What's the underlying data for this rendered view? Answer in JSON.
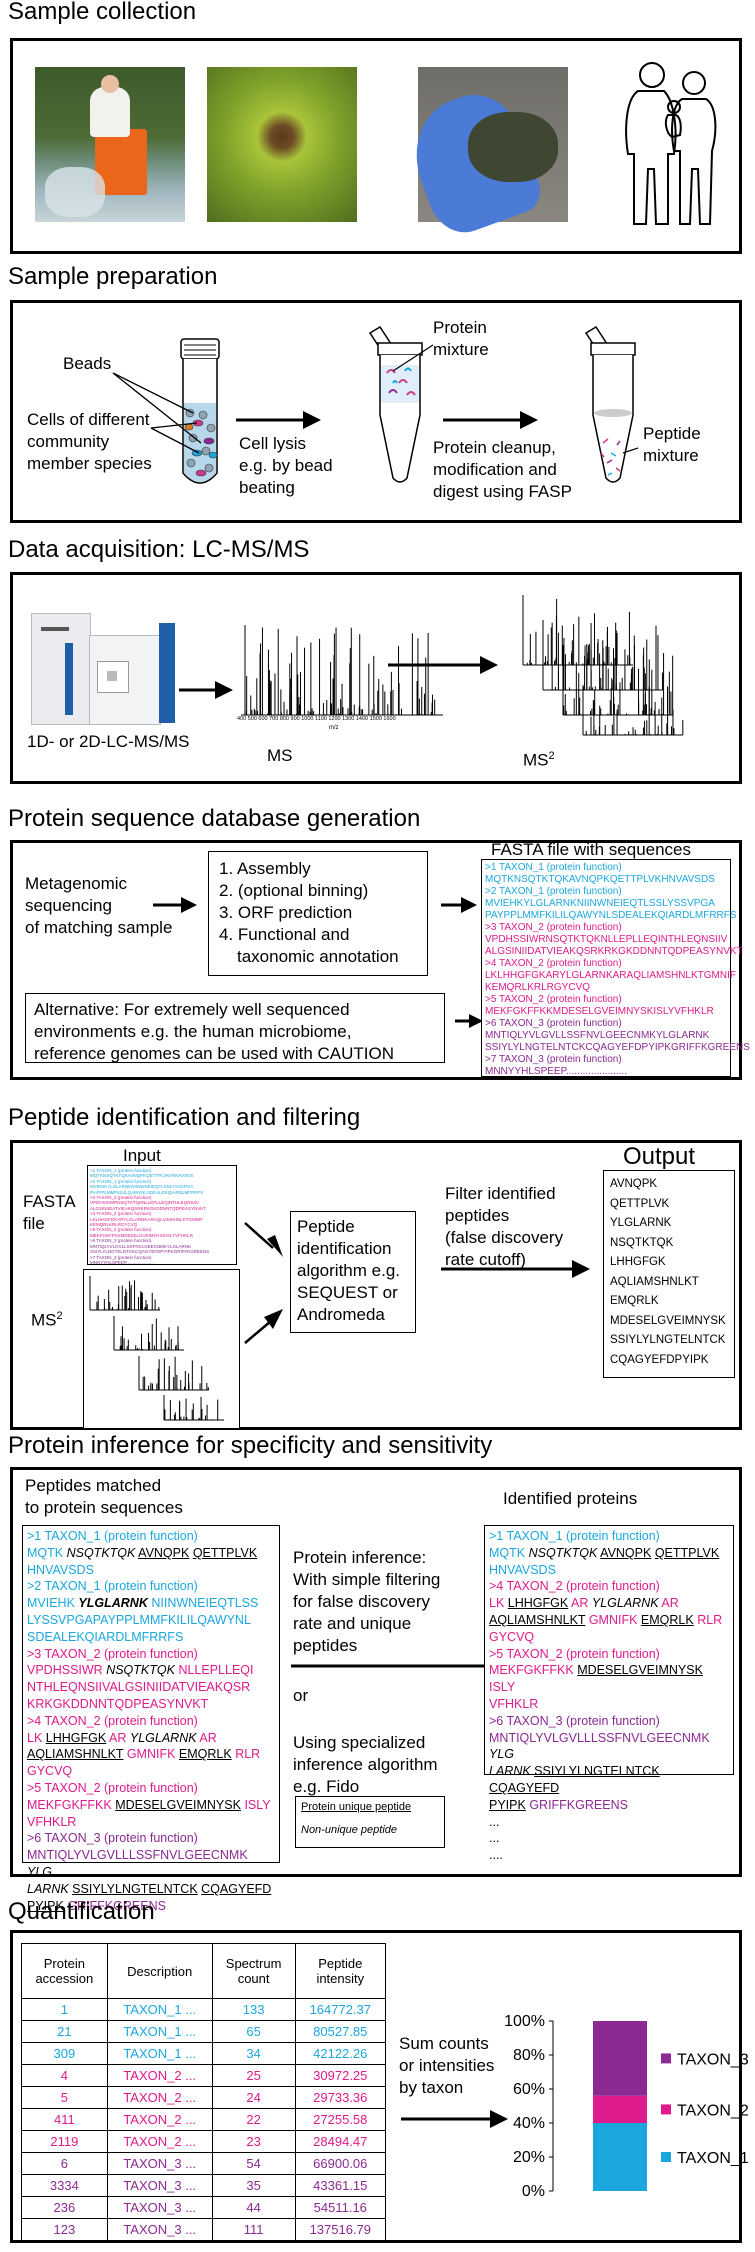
{
  "colors": {
    "taxon1": "#1ba7de",
    "taxon2": "#de1a8c",
    "taxon3": "#8b2a92"
  },
  "sections": {
    "s1": "Sample collection",
    "s2": "Sample preparation",
    "s3": "Data acquisition: LC-MS/MS",
    "s4": "Protein sequence database generation",
    "s5": "Peptide identification and filtering",
    "s6": "Protein inference for specificity and sensitivity",
    "s7": "Quantification"
  },
  "prep": {
    "beads": "Beads",
    "cells": [
      "Cells of different",
      "community",
      "member species"
    ],
    "lysis": [
      "Cell lysis",
      "e.g. by bead",
      "beating"
    ],
    "protein_mixture": [
      "Protein",
      "mixture"
    ],
    "cleanup": [
      "Protein cleanup,",
      "modification and",
      "digest using FASP"
    ],
    "peptide_mixture": [
      "Peptide",
      "mixture"
    ]
  },
  "acq": {
    "instrument": "1D- or 2D-LC-MS/MS",
    "ms": "MS",
    "ms2": "MS",
    "ms2_sup": "2",
    "axis_ticks": "400 500 600 700 800 900 1000 1100 1200 1300 1400 1500 1600",
    "axis_unit": "m/z"
  },
  "db": {
    "metagenomic": [
      "Metagenomic",
      "sequencing",
      "of matching sample"
    ],
    "steps": [
      "1. Assembly",
      "2. (optional binning)",
      "3. ORF prediction",
      "4. Functional and",
      "taxonomic annotation"
    ],
    "alternative": [
      "Alternative: For extremely well sequenced",
      "environments e.g. the human microbiome,",
      "reference genomes can be used with CAUTION"
    ],
    "fasta_title": "FASTA file with sequences",
    "fasta_lines": [
      {
        "c": "cy",
        "t": ">1 TAXON_1 (protein function)"
      },
      {
        "c": "cy",
        "t": "MQTKNSQTKTQKAVNQPKQETTPLVKHNVAVSDS"
      },
      {
        "c": "cy",
        "t": ">2 TAXON_1 (protein function)"
      },
      {
        "c": "cy",
        "t": "MVIEHKYLGLARNKNIINWNEIEQTLSSLYSSVPGA"
      },
      {
        "c": "cy",
        "t": "PAYPPLMMFKILILQAWYNLSDEALEKQIARDLMFRRFS"
      },
      {
        "c": "mg",
        "t": ">3 TAXON_2 (protein function)"
      },
      {
        "c": "mg",
        "t": "VPDHSSIWRNSQTKTQKNLLEPLLEQINTHLEQNSIIV"
      },
      {
        "c": "mg",
        "t": "ALGSINIIDATVIEAKQSRKRKGKDDNNTQDPEASYNVKT"
      },
      {
        "c": "mg",
        "t": ">4 TAXON_2 (protein function)"
      },
      {
        "c": "mg",
        "t": "LKLHHGFGKARYLGLARNKARAQLIAMSHNLKTGMNIF"
      },
      {
        "c": "mg",
        "t": "KEMQRLKRLRGYCVQ"
      },
      {
        "c": "mg",
        "t": ">5 TAXON_2 (protein function)"
      },
      {
        "c": "mg",
        "t": "MEKFGKFFKKMDESELGVEIMNYSKISLYVFHKLR"
      },
      {
        "c": "pu",
        "t": ">6 TAXON_3 (protein function)"
      },
      {
        "c": "pu",
        "t": "MNTIQLYVLGVLLSSFNVLGEECNMKYLGLARNK"
      },
      {
        "c": "pu",
        "t": "SSIYLYLNGTELNTCKCQAGYEFDPYIPKGRIFFKGREENS"
      },
      {
        "c": "pu",
        "t": ">7 TAXON_3 (protein function)"
      },
      {
        "c": "pu",
        "t": "MNNYYHLSPEEP......................"
      }
    ]
  },
  "pid": {
    "input": "Input",
    "output": "Output",
    "fasta": [
      "FASTA",
      "file"
    ],
    "ms2": "MS",
    "ms2_sup": "2",
    "algorithm": [
      "Peptide",
      "identification",
      "algorithm e.g.",
      "SEQUEST or",
      "Andromeda"
    ],
    "filter": [
      "Filter identified",
      "peptides",
      "(false discovery",
      "rate cutoff)"
    ],
    "peptides": [
      "AVNQPK",
      "QETTPLVK",
      "YLGLARNK",
      "NSQTKTQK",
      "LHHGFGK",
      "AQLIAMSHNLKT",
      "EMQRLK",
      "MDESELGVEIMNYSK",
      "SSIYLYLNGTELNTCK",
      "CQAGYEFDPYIPK"
    ]
  },
  "inf": {
    "matched_title": [
      "Peptides matched",
      "to protein sequences"
    ],
    "identified_title": "Identified proteins",
    "simple": [
      "Protein inference:",
      "With simple filtering",
      "for false discovery",
      "rate and unique",
      "peptides"
    ],
    "or": "or",
    "special": [
      "Using specialized",
      "inference algorithm",
      "e.g. Fido"
    ],
    "legend_unique": "Protein unique peptide",
    "legend_nonunique": "Non-unique peptide",
    "left": {
      "h1": ">1 TAXON_1 (protein function)",
      "p1a": "MQTK",
      "p1b": "NSQTKTQK",
      "p1c": "AVNQPK",
      "p1d": "QETTPLVK",
      "p1e": "HNVAVSDS",
      "h2": ">2 TAXON_1 (protein function)",
      "p2a": "MVIEHK",
      "p2b": "YLGLARNK",
      "p2c": "NIINWNEIEQTLSS",
      "p2d": "LYSSVPGAPAYPPLMMFKILILQAWYNL",
      "p2e": "SDEALEKQIARDLMFRRFS",
      "h3": ">3 TAXON_2 (protein function)",
      "p3a": "VPDHSSIWR",
      "p3b": "NSQTKTQK",
      "p3c": "NLLEPLLEQI",
      "p3d": "NTHLEQNSIIVALGSINIIDATVIEAKQSR",
      "p3e": "KRKGKDDNNTQDPEASYNVKT",
      "h4": ">4 TAXON_2 (protein function)",
      "p4a": "LK",
      "p4b": "LHHGFGK",
      "p4c": "AR",
      "p4d": "YLGLARNK",
      "p4e": "AR",
      "p4f": "AQLIAMSHNLKT",
      "p4g": "GMNIFK",
      "p4h": "EMQRLK",
      "p4i": "RLR",
      "p4j": "GYCVQ",
      "h5": ">5 TAXON_2 (protein function)",
      "p5a": "MEKFGKFFKK",
      "p5b": "MDESELGVEIMNYSK",
      "p5c": "ISLY",
      "p5d": "VFHKLR",
      "h6": ">6 TAXON_3 (protein function)",
      "p6a": "MNTIQLYVLGVLLLSSFNVLGEECNMK",
      "p6b": "YLG",
      "p6c": "LARNK",
      "p6d": "SSIYLYLNGTELNTCK",
      "p6e": "CQAGYEFD",
      "p6f": "PYIPK",
      "p6g": "GRIFFKGREENS"
    },
    "right": {
      "h1": ">1 TAXON_1 (protein function)",
      "p1a": "MQTK",
      "p1b": "NSQTKTQK",
      "p1c": "AVNQPK",
      "p1d": "QETTPLVK",
      "p1e": "HNVAVSDS",
      "h4": ">4 TAXON_2 (protein function)",
      "p4a": "LK",
      "p4b": "LHHGFGK",
      "p4c": "AR",
      "p4d": "YLGLARNK",
      "p4e": "AR",
      "p4f": "AQLIAMSHNLKT",
      "p4g": "GMNIFK",
      "p4h": "EMQRLK",
      "p4i": "RLR",
      "p4j": "GYCVQ",
      "h5": ">5 TAXON_2 (protein function)",
      "p5a": "MEKFGKFFKK",
      "p5b": "MDESELGVEIMNYSK",
      "p5c": "ISLY",
      "p5d": "VFHKLR",
      "h6": ">6 TAXON_3 (protein function)",
      "p6a": "MNTIQLYVLGVLLLSSFNVLGEECNMK",
      "p6b": "YLG",
      "p6c": "LARNK",
      "p6d": "SSIYLYLNGTELNTCK",
      "p6e": "CQAGYEFD",
      "p6f": "PYIPK",
      "p6g": "GRIFFKGREENS",
      "dots": [
        "...",
        "...",
        "...."
      ]
    }
  },
  "quant": {
    "headers": [
      [
        "Protein",
        "accession"
      ],
      [
        "Description"
      ],
      [
        "Spectrum",
        "count"
      ],
      [
        "Peptide",
        "intensity"
      ]
    ],
    "rows": [
      {
        "acc": "1",
        "desc": "TAXON_1 ...",
        "count": "133",
        "intensity": "164772.37",
        "c": "cy"
      },
      {
        "acc": "21",
        "desc": "TAXON_1 ...",
        "count": "65",
        "intensity": "80527.85",
        "c": "cy"
      },
      {
        "acc": "309",
        "desc": "TAXON_1 ...",
        "count": "34",
        "intensity": "42122.26",
        "c": "cy"
      },
      {
        "acc": "4",
        "desc": "TAXON_2 ...",
        "count": "25",
        "intensity": "30972.25",
        "c": "mg"
      },
      {
        "acc": "5",
        "desc": "TAXON_2 ...",
        "count": "24",
        "intensity": "29733.36",
        "c": "mg"
      },
      {
        "acc": "411",
        "desc": "TAXON_2 ...",
        "count": "22",
        "intensity": "27255.58",
        "c": "mg"
      },
      {
        "acc": "2119",
        "desc": "TAXON_2 ...",
        "count": "23",
        "intensity": "28494.47",
        "c": "mg"
      },
      {
        "acc": "6",
        "desc": "TAXON_3 ...",
        "count": "54",
        "intensity": "66900.06",
        "c": "pu"
      },
      {
        "acc": "3334",
        "desc": "TAXON_3 ...",
        "count": "35",
        "intensity": "43361.15",
        "c": "pu"
      },
      {
        "acc": "236",
        "desc": "TAXON_3 ...",
        "count": "44",
        "intensity": "54511.16",
        "c": "pu"
      },
      {
        "acc": "123",
        "desc": "TAXON_3 ...",
        "count": "111",
        "intensity": "137516.79",
        "c": "pu"
      }
    ],
    "sum_text": [
      "Sum counts",
      "or intensities",
      "by taxon"
    ]
  },
  "chart_data": {
    "type": "bar",
    "stacked": true,
    "categories": [
      ""
    ],
    "series": [
      {
        "name": "TAXON_1",
        "values": [
          40
        ],
        "color": "#1ba7de"
      },
      {
        "name": "TAXON_2",
        "values": [
          16
        ],
        "color": "#de1a8c"
      },
      {
        "name": "TAXON_3",
        "values": [
          44
        ],
        "color": "#8b2a92"
      }
    ],
    "ylim": [
      0,
      100
    ],
    "yticks": [
      "0%",
      "20%",
      "40%",
      "60%",
      "80%",
      "100%"
    ],
    "legend": "right"
  }
}
